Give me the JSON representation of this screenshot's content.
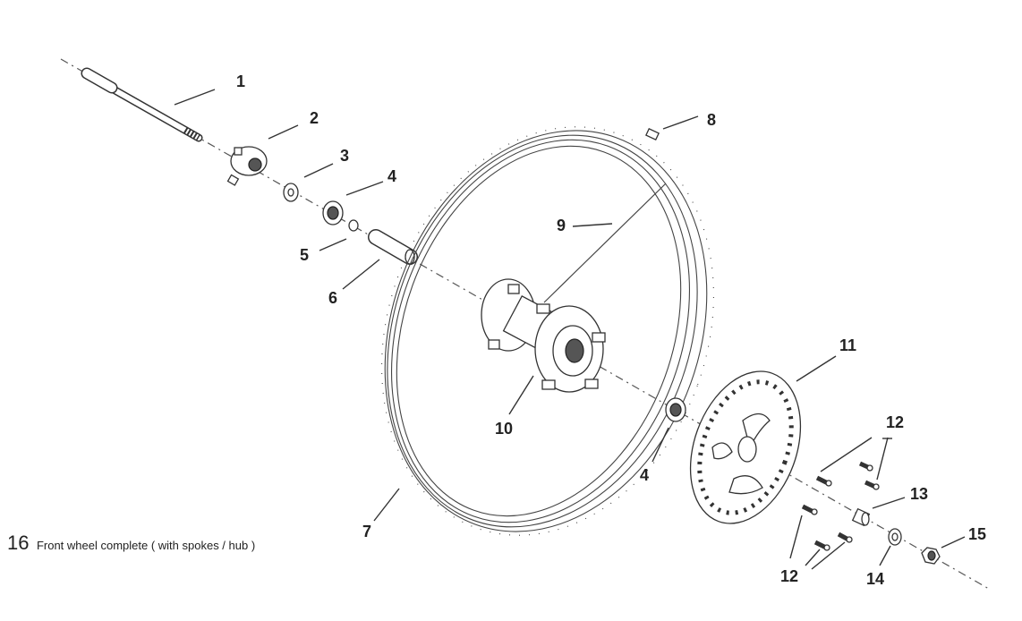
{
  "callouts": [
    {
      "id": "c1",
      "label": "1"
    },
    {
      "id": "c2",
      "label": "2"
    },
    {
      "id": "c3",
      "label": "3"
    },
    {
      "id": "c4a",
      "label": "4"
    },
    {
      "id": "c5",
      "label": "5"
    },
    {
      "id": "c6",
      "label": "6"
    },
    {
      "id": "c7",
      "label": "7"
    },
    {
      "id": "c8",
      "label": "8"
    },
    {
      "id": "c9",
      "label": "9"
    },
    {
      "id": "c10",
      "label": "10"
    },
    {
      "id": "c11",
      "label": "11"
    },
    {
      "id": "c4b",
      "label": "4"
    },
    {
      "id": "c12a",
      "label": "12"
    },
    {
      "id": "c12b",
      "label": "12"
    },
    {
      "id": "c13",
      "label": "13"
    },
    {
      "id": "c14",
      "label": "14"
    },
    {
      "id": "c15",
      "label": "15"
    }
  ],
  "caption": {
    "number": "16",
    "text": "Front wheel complete ( with spokes / hub )"
  }
}
